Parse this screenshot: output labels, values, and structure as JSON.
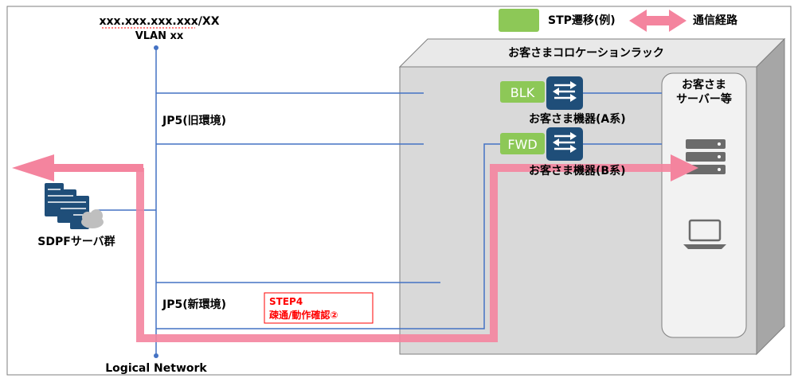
{
  "network": {
    "address": "xxx.xxx.xxx.xxx/XX",
    "vlan": "VLAN xx",
    "bottom_label": "Logical Network",
    "jp5_old": "JP5(旧環境)",
    "jp5_new": "JP5(新環境)"
  },
  "legend": {
    "stp_label": "STP遷移(例)",
    "route_label": "通信経路"
  },
  "rack": {
    "title": "お客さまコロケーションラック"
  },
  "devices": {
    "a_status": "BLK",
    "a_label": "お客さま機器(A系)",
    "b_status": "FWD",
    "b_label": "お客さま機器(B系)"
  },
  "servers": {
    "title_line1": "お客さま",
    "title_line2": "サーバー等"
  },
  "sdpf": {
    "label": "SDPFサーバ群"
  },
  "step": {
    "line1": "STEP4",
    "line2": "疎通/動作確認②"
  },
  "colors": {
    "line": "#4472c4",
    "route": "#f4849e",
    "stp": "#8dc857",
    "switch": "#1f4e79",
    "step_text": "#ff0000",
    "server_icon": "#6b6b6b"
  }
}
